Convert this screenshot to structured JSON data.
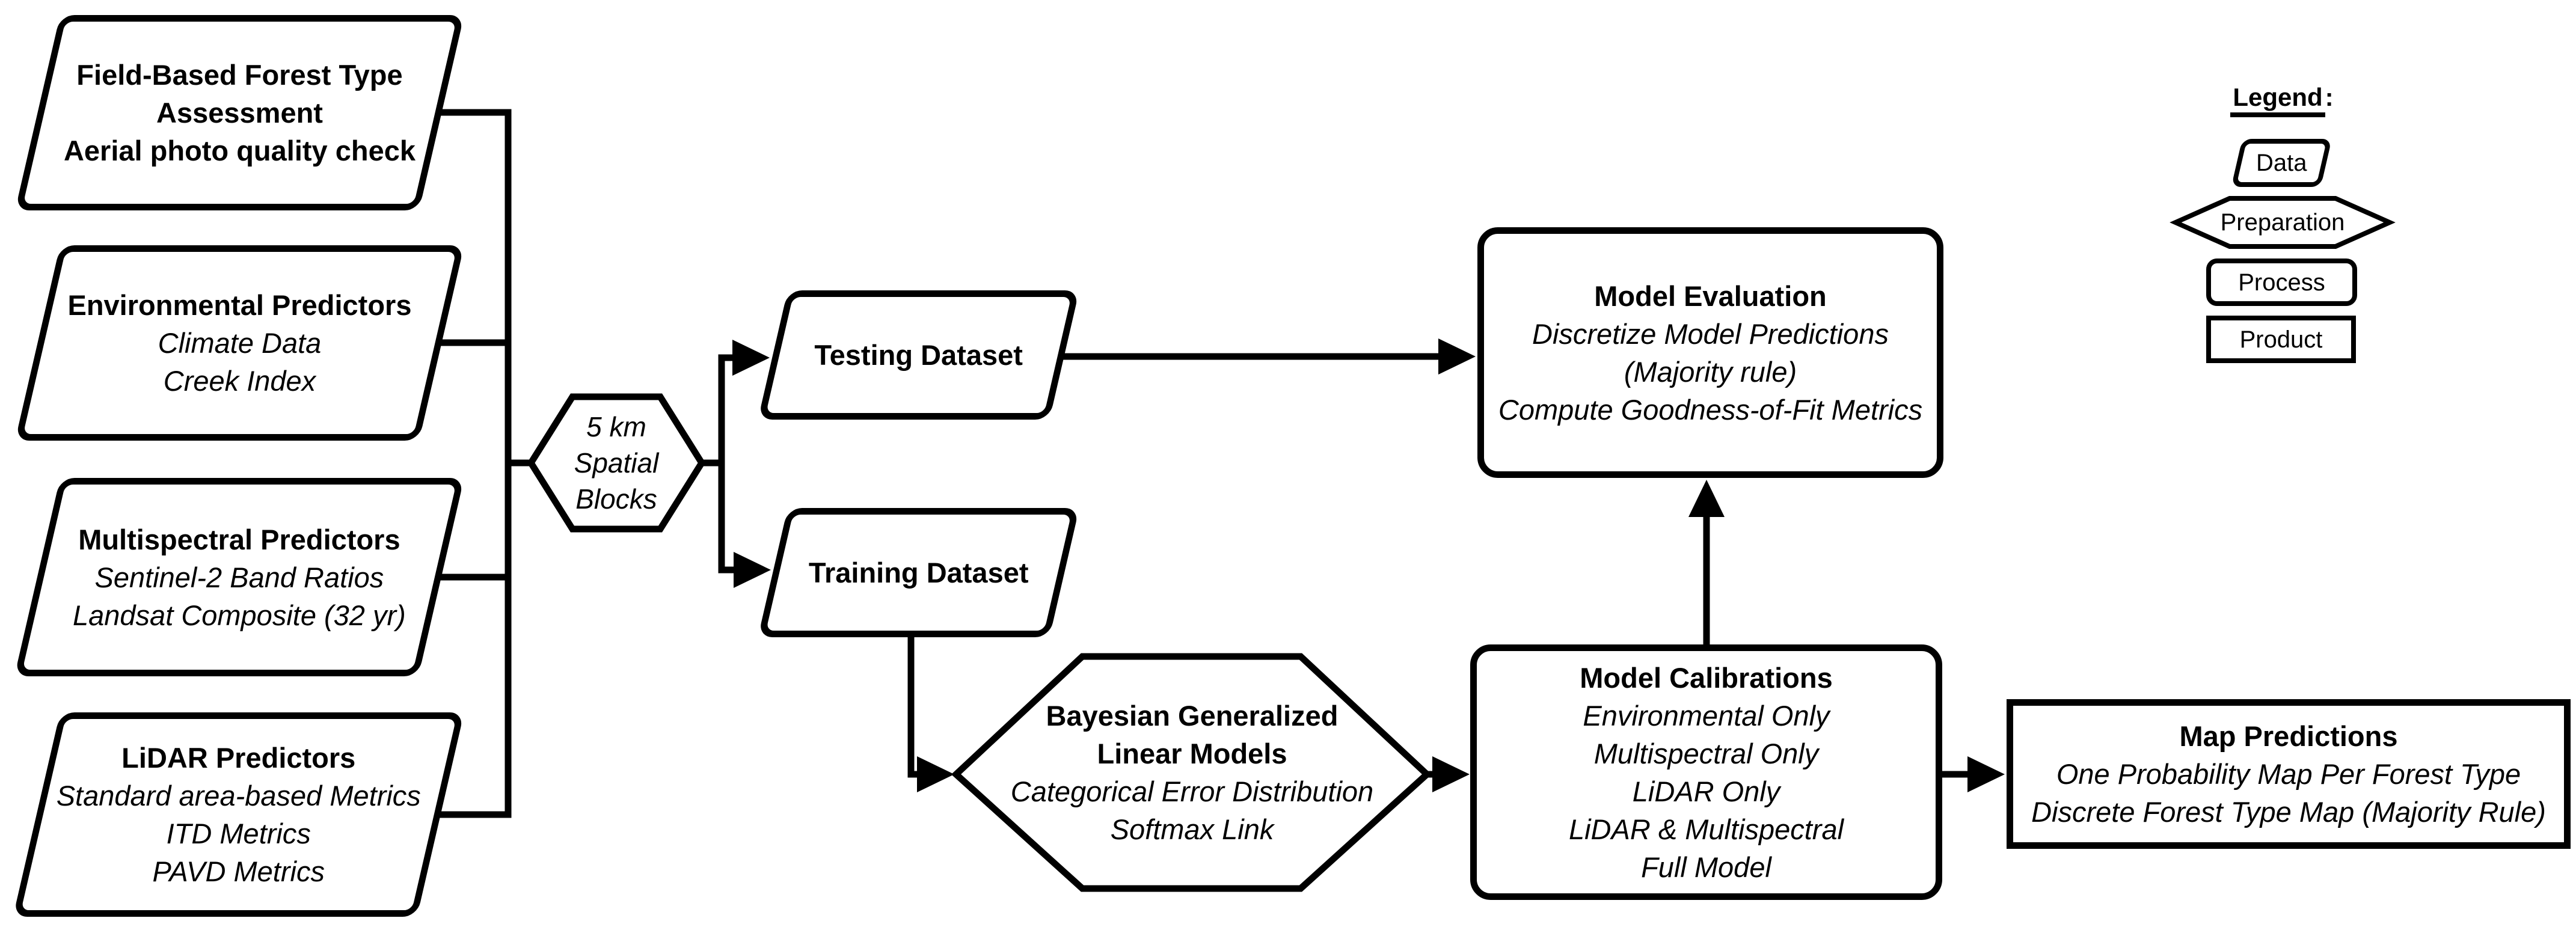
{
  "nodes": {
    "field": {
      "title": "Field-Based Forest Type Assessment",
      "sub1": "Aerial photo quality check"
    },
    "environmental": {
      "title": "Environmental Predictors",
      "sub1": "Climate Data",
      "sub2": "Creek Index"
    },
    "multispectral": {
      "title": "Multispectral Predictors",
      "sub1": "Sentinel-2 Band Ratios",
      "sub2": "Landsat Composite (32 yr)"
    },
    "lidar": {
      "title": "LiDAR Predictors",
      "sub1": "Standard area-based Metrics",
      "sub2": "ITD Metrics",
      "sub3": "PAVD Metrics"
    },
    "spatial_blocks": {
      "line1": "5 km",
      "line2": "Spatial",
      "line3": "Blocks"
    },
    "testing": {
      "title": "Testing Dataset"
    },
    "training": {
      "title": "Training Dataset"
    },
    "evaluation": {
      "title": "Model Evaluation",
      "sub1": "Discretize Model Predictions",
      "sub2": "(Majority rule)",
      "sub3": "Compute Goodness-of-Fit Metrics"
    },
    "bayesian": {
      "title": "Bayesian Generalized Linear Models",
      "sub1": "Categorical Error Distribution",
      "sub2": "Softmax Link"
    },
    "calibrations": {
      "title": "Model Calibrations",
      "sub1": "Environmental Only",
      "sub2": "Multispectral Only",
      "sub3": "LiDAR Only",
      "sub4": "LiDAR & Multispectral",
      "sub5": "Full Model"
    },
    "map": {
      "title": "Map Predictions",
      "sub1": "One Probability Map Per Forest Type",
      "sub2": "Discrete Forest Type Map (Majority Rule)"
    }
  },
  "legend": {
    "heading": "Legend",
    "colon": ":",
    "items": [
      {
        "label": "Data"
      },
      {
        "label": "Preparation"
      },
      {
        "label": "Process"
      },
      {
        "label": "Product"
      }
    ]
  },
  "colors": {
    "stroke": "#000000",
    "background": "#ffffff"
  }
}
